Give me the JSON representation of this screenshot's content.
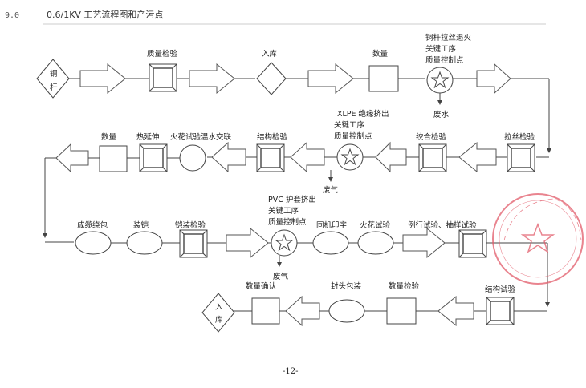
{
  "header": {
    "section_number": "9.0",
    "title": "0.6/1KV 工艺流程图和产污点"
  },
  "page_number": "-12-",
  "row1": {
    "start_node": [
      "铜",
      "杆"
    ],
    "quality_check": "质量检验",
    "warehouse_in": "入库",
    "quantity": "数量",
    "annealing_ccp": [
      "铜杆拉丝退火",
      "关键工序",
      "质量控制点"
    ],
    "waste_water": "废水"
  },
  "row2": {
    "wire_drawing_check": "拉丝检验",
    "stranding_check": "绞合检验",
    "xlpe_ccp": [
      "XLPE 绝缘挤出",
      "关键工序",
      "质量控制点"
    ],
    "waste_gas": "废气",
    "structure_check": "结构检验",
    "spark_crosslink": "火花试验温水交联",
    "hot_extension": "热延伸",
    "quantity": "数量"
  },
  "row3": {
    "cabling_wrapping": "成缆绕包",
    "armoring": "装铠",
    "armor_check": "铠装检验",
    "pvc_ccp": [
      "PVC 护套挤出",
      "关键工序",
      "质量控制点"
    ],
    "waste_gas": "废气",
    "printing": "同机印字",
    "spark_test": "火花试验",
    "routine_sample_test": "例行试验、抽样试验"
  },
  "row4": {
    "structure_test": "结构试验",
    "quantity_check": "数量检验",
    "end_sealing_packing": "封头包装",
    "quantity_confirm": "数量确认",
    "end_node": [
      "入",
      "库"
    ]
  },
  "colors": {
    "line": "#444444",
    "seal": "#e25c6a",
    "background": "#ffffff"
  }
}
